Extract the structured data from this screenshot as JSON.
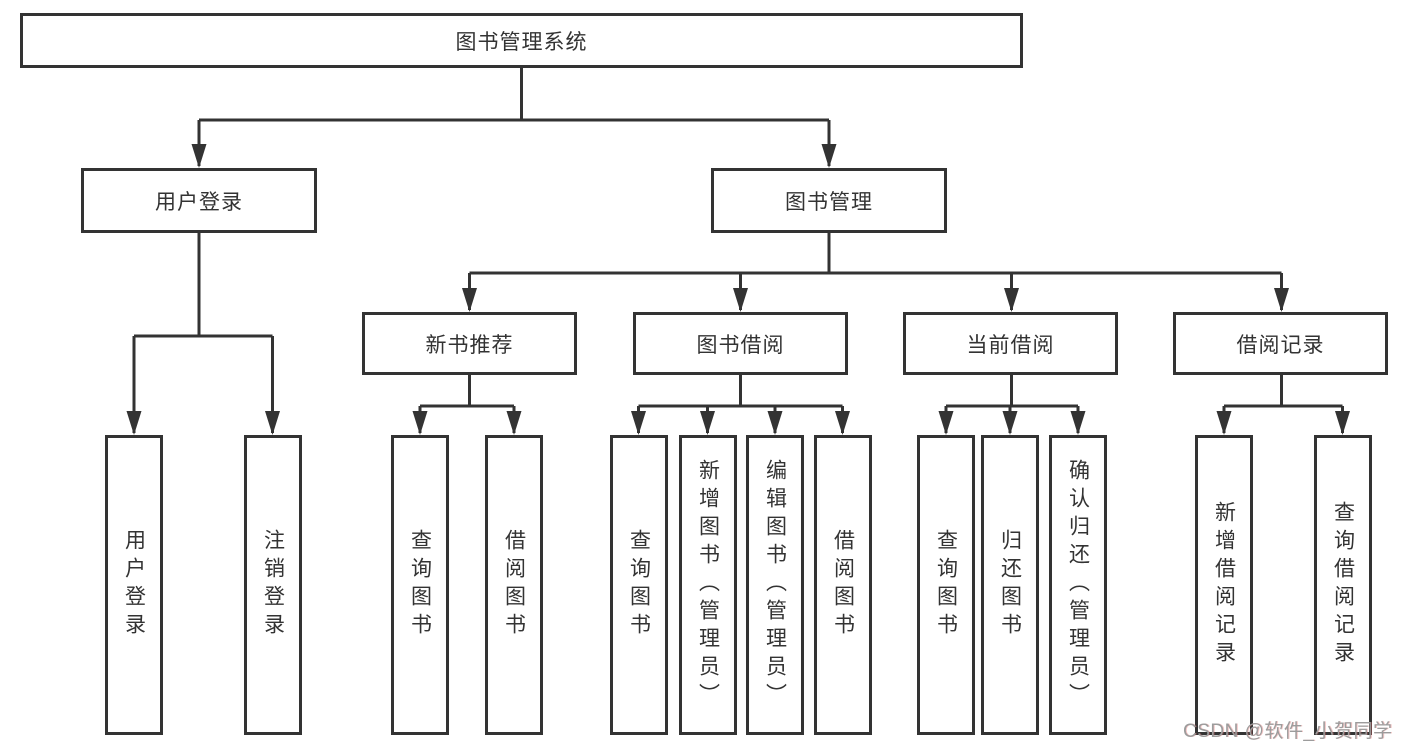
{
  "tree": {
    "label": "图书管理系统",
    "children": [
      {
        "label": "用户登录",
        "children": [
          {
            "label": "用户登录"
          },
          {
            "label": "注销登录"
          }
        ]
      },
      {
        "label": "图书管理",
        "children": [
          {
            "label": "新书推荐",
            "children": [
              {
                "label": "查询图书"
              },
              {
                "label": "借阅图书"
              }
            ]
          },
          {
            "label": "图书借阅",
            "children": [
              {
                "label": "查询图书"
              },
              {
                "label": "新增图书（管理员）"
              },
              {
                "label": "编辑图书（管理员）"
              },
              {
                "label": "借阅图书"
              }
            ]
          },
          {
            "label": "当前借阅",
            "children": [
              {
                "label": "查询图书"
              },
              {
                "label": "归还图书"
              },
              {
                "label": "确认归还（管理员）"
              }
            ]
          },
          {
            "label": "借阅记录",
            "children": [
              {
                "label": "新增借阅记录"
              },
              {
                "label": "查询借阅记录"
              }
            ]
          }
        ]
      }
    ]
  },
  "watermark": {
    "text": "CSDN @软件_小贺同学"
  },
  "colors": {
    "line": "#333333",
    "box_border": "#333333",
    "box_fill": "#ffffff",
    "background": "#ffffff",
    "watermark_text": "#9c9c9c"
  }
}
